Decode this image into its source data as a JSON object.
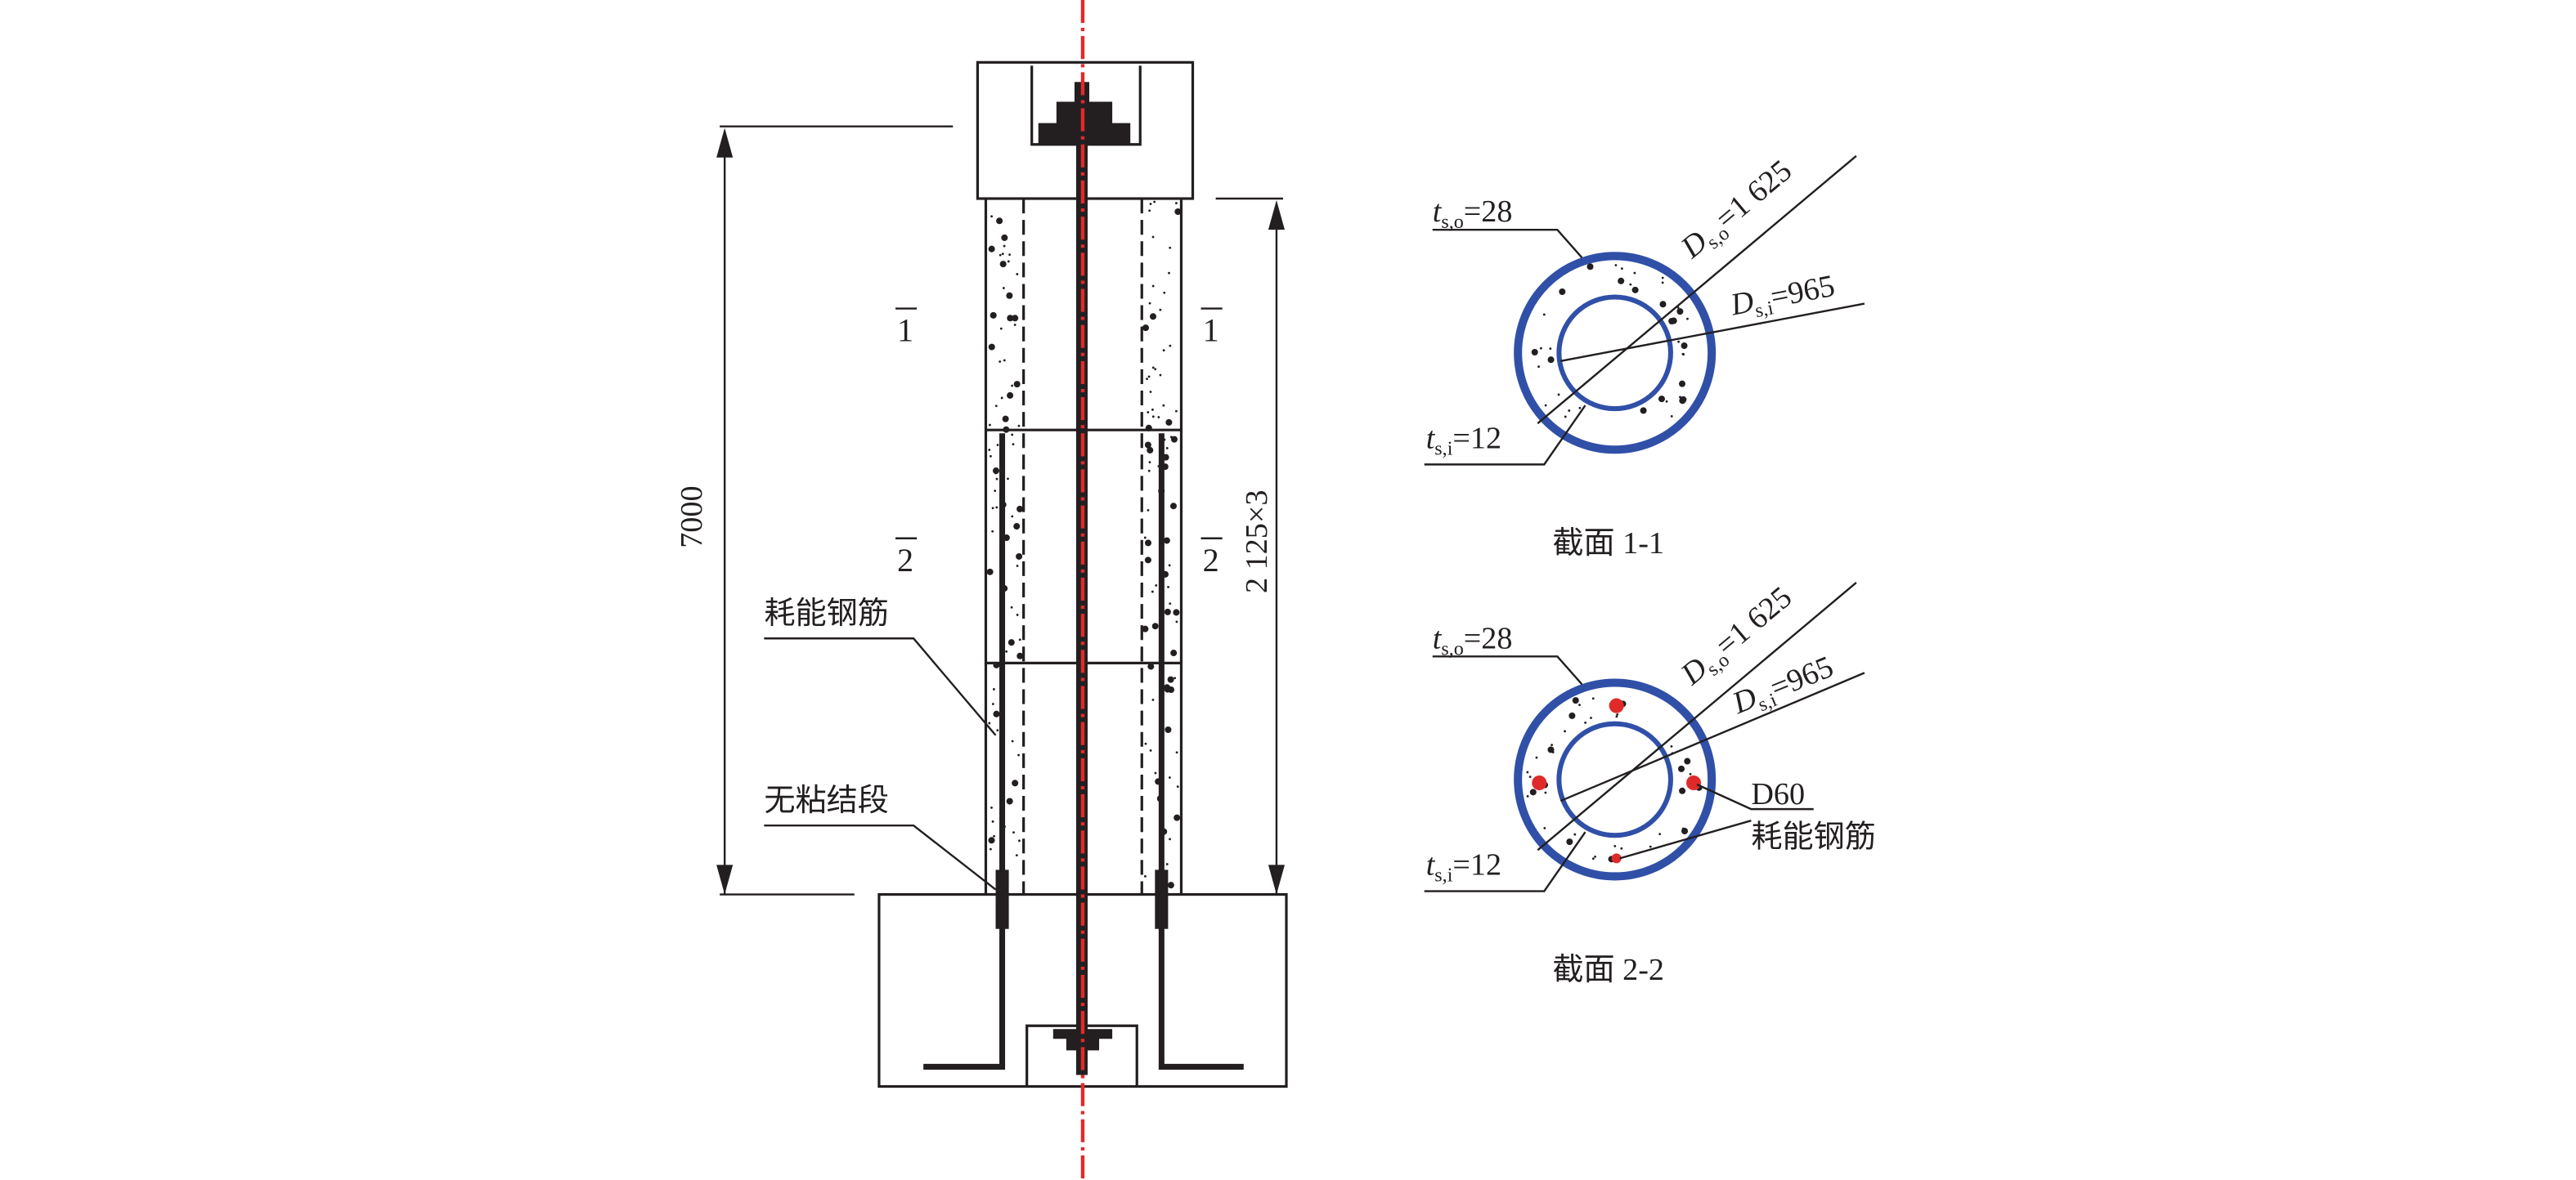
{
  "elevation": {
    "dim_total": "7000",
    "dim_segments": "2 125×3",
    "section_mark_1": "1",
    "section_mark_2": "2",
    "label_rebar": "耗能钢筋",
    "label_unbonded": "无粘结段"
  },
  "section_1": {
    "title": "截面 1-1",
    "t_so": {
      "sym": "t",
      "sub": "s,o",
      "val": "=28"
    },
    "t_si": {
      "sym": "t",
      "sub": "s,i",
      "val": "=12"
    },
    "D_so": {
      "sym": "D",
      "sub": "s,o",
      "val": "=1 625"
    },
    "D_si": {
      "sym": "D",
      "sub": "s,i",
      "val": "=965"
    }
  },
  "section_2": {
    "title": "截面 2-2",
    "t_so": {
      "sym": "t",
      "sub": "s,o",
      "val": "=28"
    },
    "t_si": {
      "sym": "t",
      "sub": "s,i",
      "val": "=12"
    },
    "D_so": {
      "sym": "D",
      "sub": "s,o",
      "val": "=1 625"
    },
    "D_si": {
      "sym": "D",
      "sub": "s,i",
      "val": "=965"
    },
    "rebar_size": "D60",
    "rebar_label": "耗能钢筋"
  },
  "colors": {
    "steel_tube": "#3050a8",
    "rebar_dot": "#e02a2a",
    "axis": "#e02a2a"
  }
}
